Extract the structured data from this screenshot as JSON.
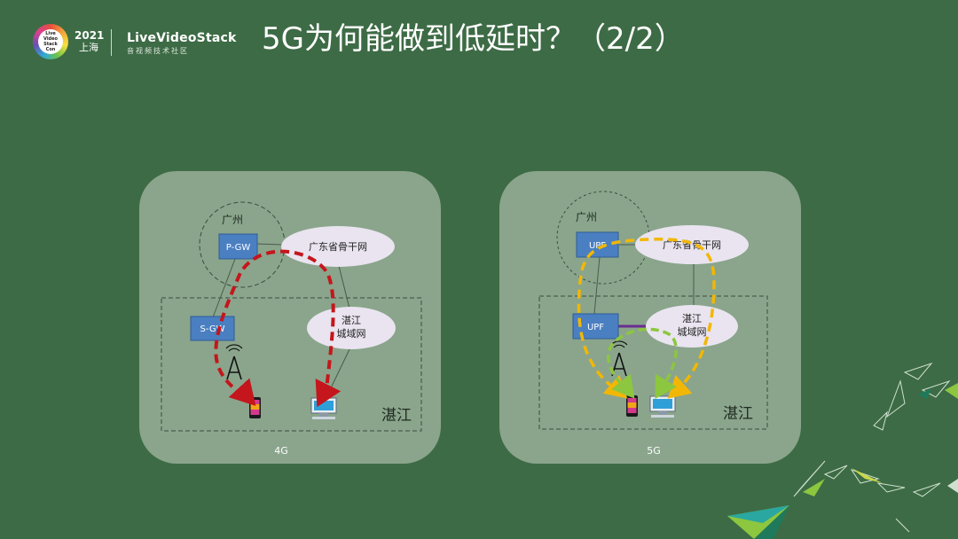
{
  "header": {
    "logo_badge": "Live Video Stack Con",
    "logo_year": "2021",
    "logo_city": "上海",
    "brand_name": "LiveVideoStack",
    "brand_sub": "音视频技术社区"
  },
  "title": "5G为何能做到低延时？（2/2）",
  "panel_4g": {
    "caption": "4G",
    "region_top": "广州",
    "region_bottom": "湛江",
    "node_top": "P-GW",
    "node_bottom": "S-GW",
    "backbone": "广东省骨干网",
    "metro_line1": "湛江",
    "metro_line2": "城域网",
    "path_color": "#c4161c"
  },
  "panel_5g": {
    "caption": "5G",
    "region_top": "广州",
    "region_bottom": "湛江",
    "node_top": "UPF",
    "node_bottom": "UPF",
    "backbone": "广东省骨干网",
    "metro_line1": "湛江",
    "metro_line2": "城域网",
    "path_color_long": "#f2b705",
    "path_color_short": "#8dc63f",
    "link_color": "#6a2d8f"
  },
  "colors": {
    "background": "#3d6b45",
    "panel": "#8aa58c",
    "node": "#4a7fc1",
    "cloud": "#e9e4ef"
  }
}
